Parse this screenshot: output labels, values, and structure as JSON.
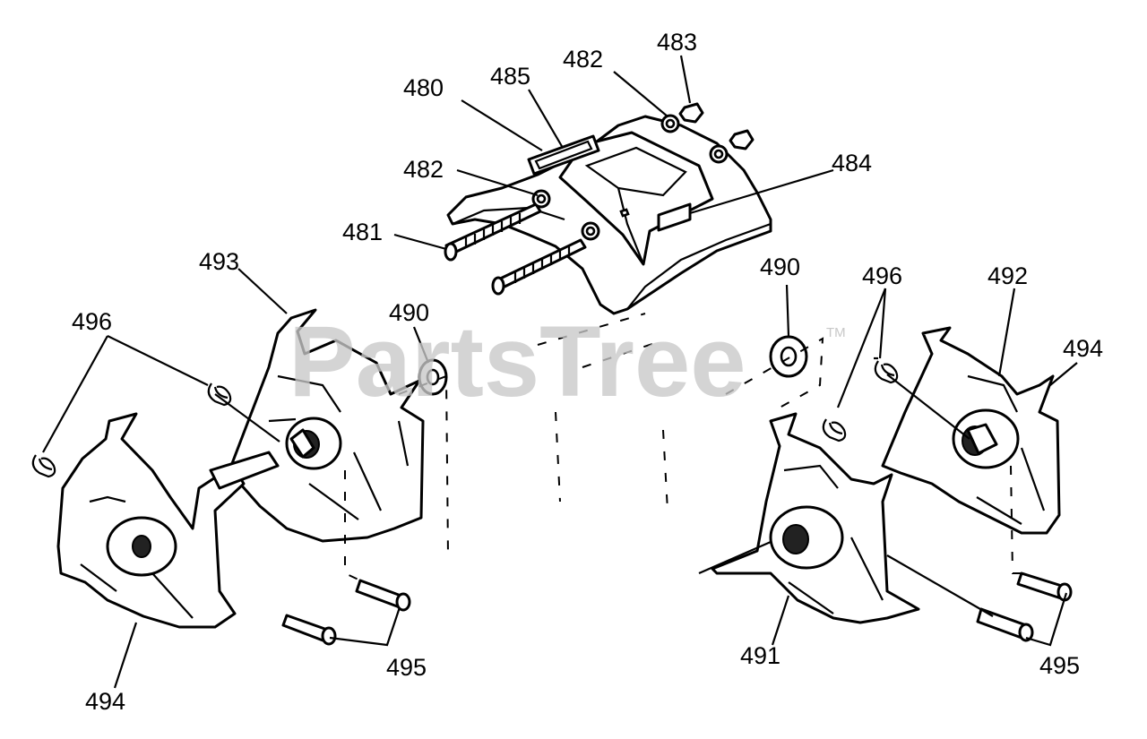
{
  "watermark": {
    "text": "PartsTree",
    "trademark": "TM"
  },
  "callouts": {
    "c480": "480",
    "c485": "485",
    "c482a": "482",
    "c483": "483",
    "c482b": "482",
    "c484": "484",
    "c481": "481",
    "c493": "493",
    "c496a": "496",
    "c490a": "490",
    "c494a": "494",
    "c495a": "495",
    "c490b": "490",
    "c496b": "496",
    "c492": "492",
    "c494b": "494",
    "c491": "491",
    "c495b": "495"
  }
}
